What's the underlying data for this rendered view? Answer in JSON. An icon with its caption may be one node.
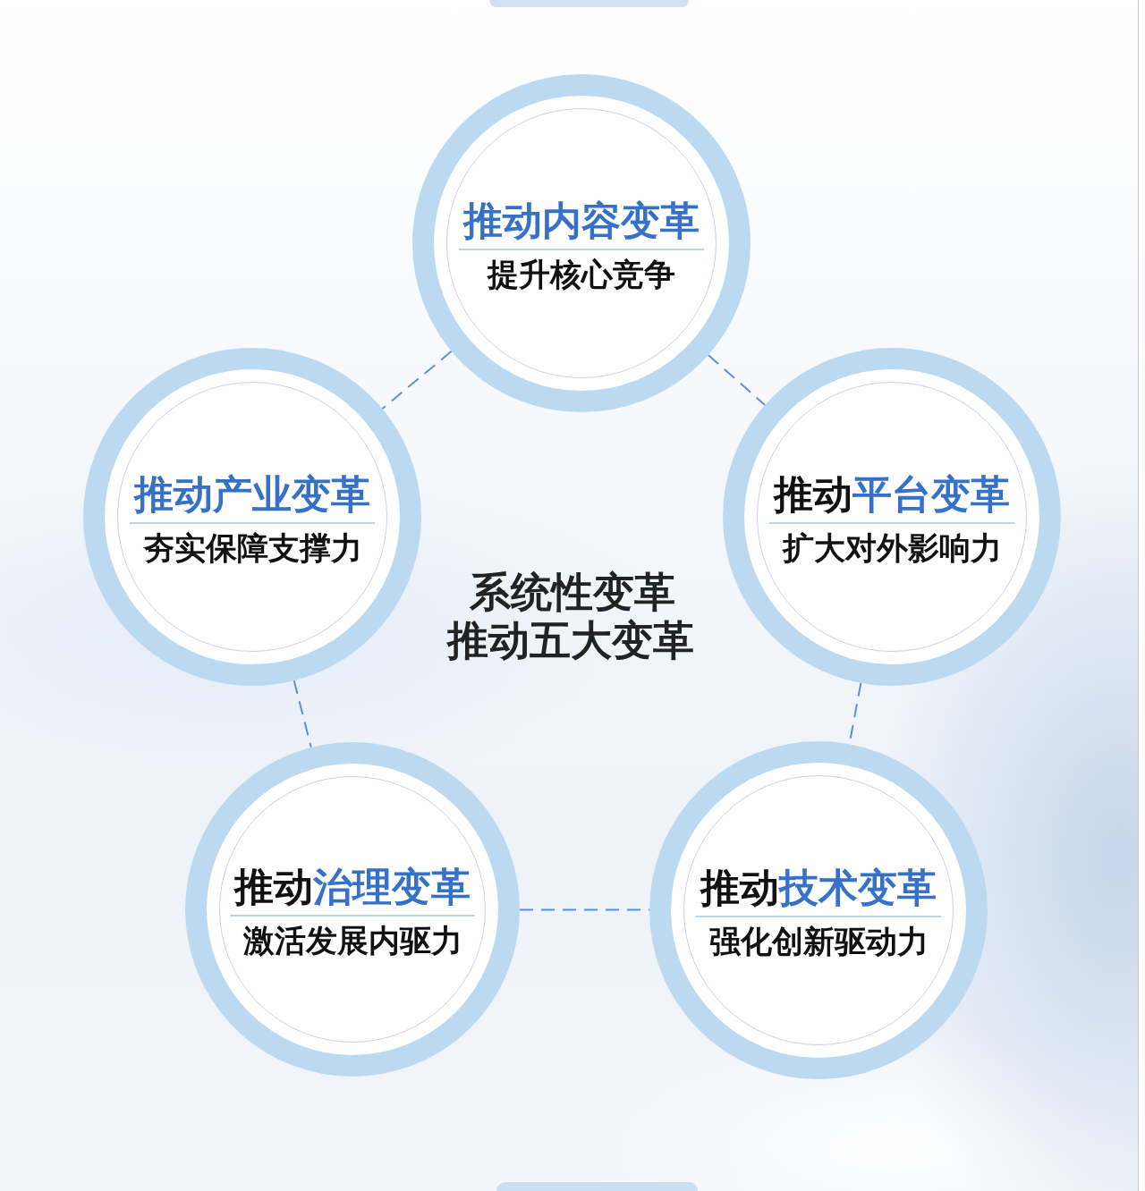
{
  "diagram": {
    "nodes": [
      {
        "text": [
          "推动内容变革",
          "提升核心竞争"
        ]
      },
      {
        "text": [
          "推动产业变革",
          "夯实保障支撑力"
        ]
      },
      {
        "text": [
          "**推动**平台变革",
          "扩大对外影响力"
        ]
      },
      {
        "text": [
          "**推动**治理变革",
          "激活发展内驱力"
        ]
      },
      {
        "text": [
          "**推动**技术变革",
          "强化创新驱动力"
        ]
      }
    ],
    "edges": [
      {
        "from": 0,
        "to": 1,
        "arrow": "none",
        "style": "dashed"
      },
      {
        "from": 0,
        "to": 2,
        "arrow": "none",
        "style": "dashed"
      },
      {
        "from": 1,
        "to": 3,
        "arrow": "none",
        "style": "dashed"
      },
      {
        "from": 2,
        "to": 4,
        "arrow": "none",
        "style": "dashed"
      },
      {
        "from": 3,
        "to": 4,
        "arrow": "none",
        "style": "dashed"
      }
    ],
    "labels": [
      "系统性变革",
      "推动五大变革"
    ]
  }
}
